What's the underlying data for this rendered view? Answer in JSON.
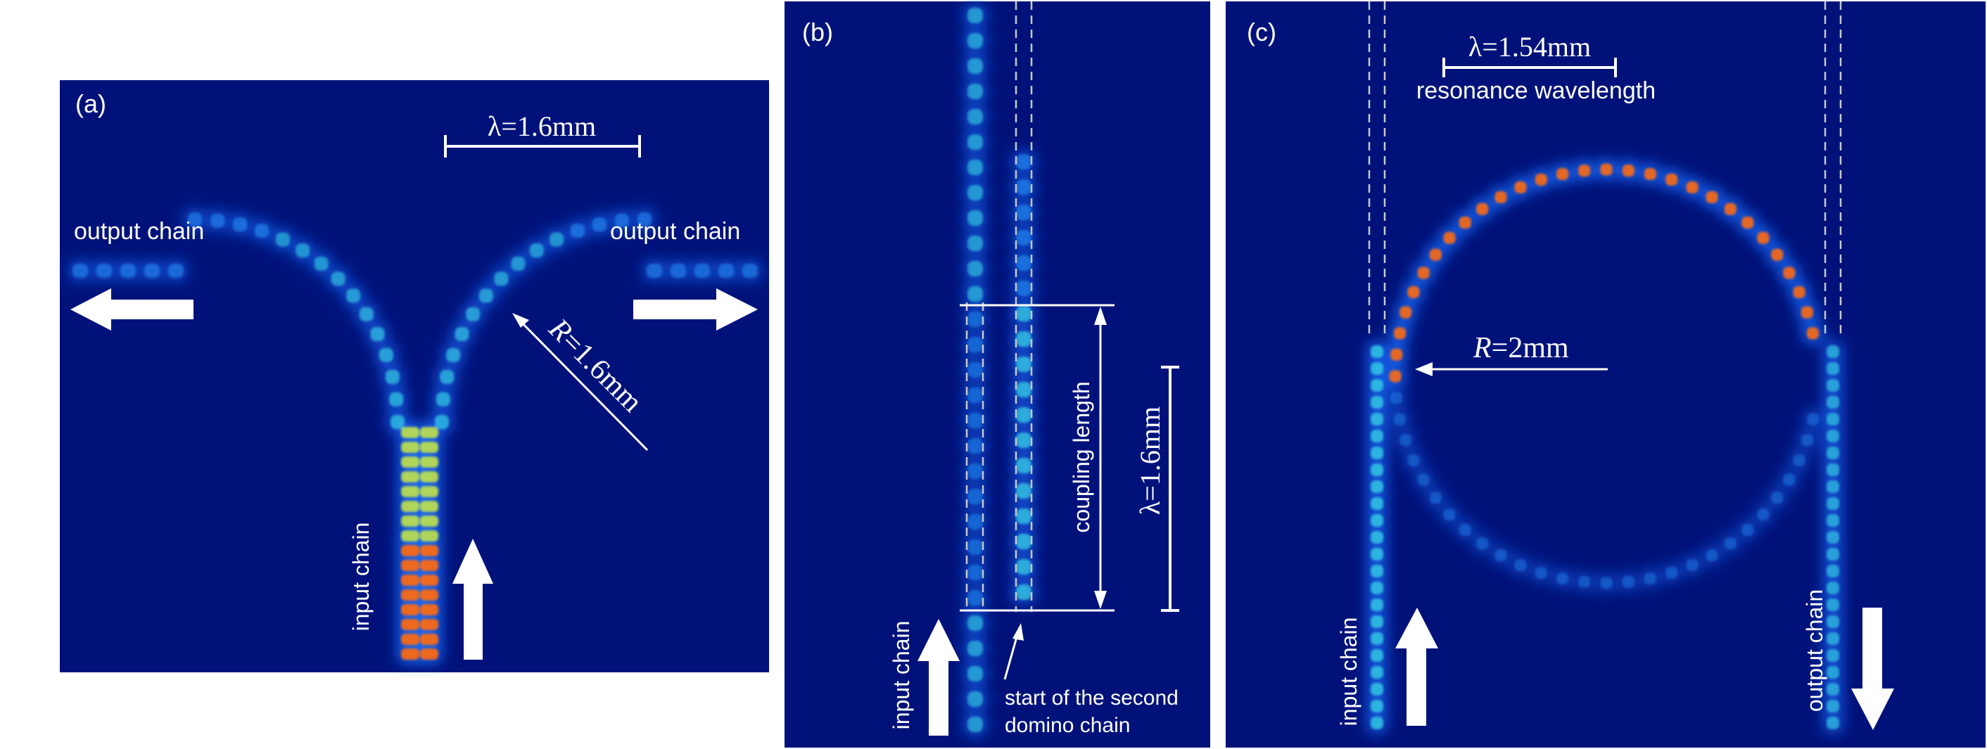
{
  "panels": [
    {
      "id": "a",
      "label": "(a)",
      "scale_text": "λ=1.6mm",
      "output_left": "output chain",
      "output_right": "output chain",
      "radius_text_italic": "R",
      "radius_text_rest": "=1.6mm",
      "input_label": "input chain"
    },
    {
      "id": "b",
      "label": "(b)",
      "coupling_label": "coupling length",
      "scale_text": "λ=1.6mm",
      "input_label": "input chain",
      "start_label_line1": "start of the second",
      "start_label_line2": "domino chain"
    },
    {
      "id": "c",
      "label": "(c)",
      "scale_text": "λ=1.54mm",
      "resonance_label": "resonance wavelength",
      "radius_text_italic": "R",
      "radius_text_rest": "=2mm",
      "input_label": "input chain",
      "output_label": "output chain"
    }
  ],
  "colors": {
    "background": "#00127a",
    "glow": "#1a6dff",
    "low": "#2a9dff",
    "mid": "#38e0e8",
    "high": "#d4f23a",
    "peak": "#ff6a10",
    "annotation": "#ffffff"
  }
}
